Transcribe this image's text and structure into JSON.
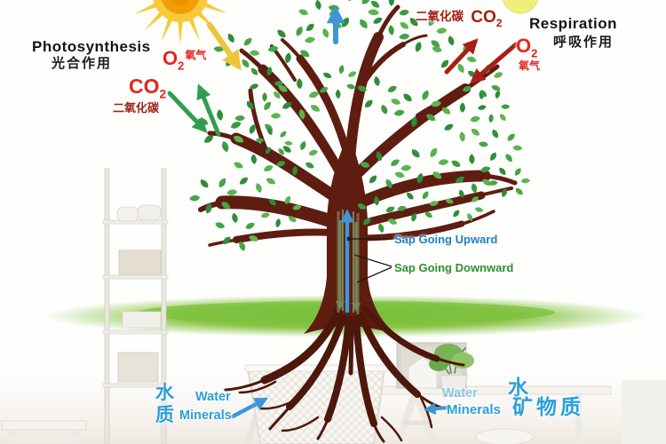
{
  "figure": {
    "photosynthesis_en": "Photosynthesis",
    "photosynthesis_zh": "光合作用",
    "respiration_en": "Respiration",
    "respiration_zh": "呼吸作用",
    "left_o2": {
      "sym": "O",
      "sub": "2",
      "zh": "氧气"
    },
    "left_co2": {
      "sym": "CO",
      "sub": "2",
      "zh": "二氧化碳"
    },
    "right_co2": {
      "zh": "二氧化碳",
      "sym": "CO",
      "sub": "2"
    },
    "right_o2": {
      "sym": "O",
      "sub": "2",
      "zh": "氧气"
    },
    "sap_upward_label": "Sap Going Upward",
    "sap_downward_label": "Sap Going Downward",
    "intake_left": {
      "water_zh": "水",
      "water_en": "Water",
      "minerals_zh": "质",
      "minerals_en": "Minerals"
    },
    "intake_right": {
      "water_en": "Water",
      "water_zh": "水",
      "minerals_en": "Minerals",
      "minerals_zh": "矿物质"
    },
    "icons": {
      "sun": "sun-icon",
      "small_sun": "small-sun-icon",
      "up_arrow": "transpiration-up-arrow",
      "tree": "tree-illustration"
    },
    "colors": {
      "arrow_green": "#2f9e52",
      "arrow_dark_red": "#a81f17",
      "arrow_blue": "#3d96d5",
      "arrow_yellow": "#edc53d",
      "label_red": "#e3261d",
      "label_blue": "#2b9fd9",
      "sap_up_blue": "#1d80c4",
      "sap_down_green": "#2e8f2e",
      "tree_brown": "#5e1d10",
      "leaf_green": "#46a447",
      "ground_green": "#7fc242"
    }
  }
}
